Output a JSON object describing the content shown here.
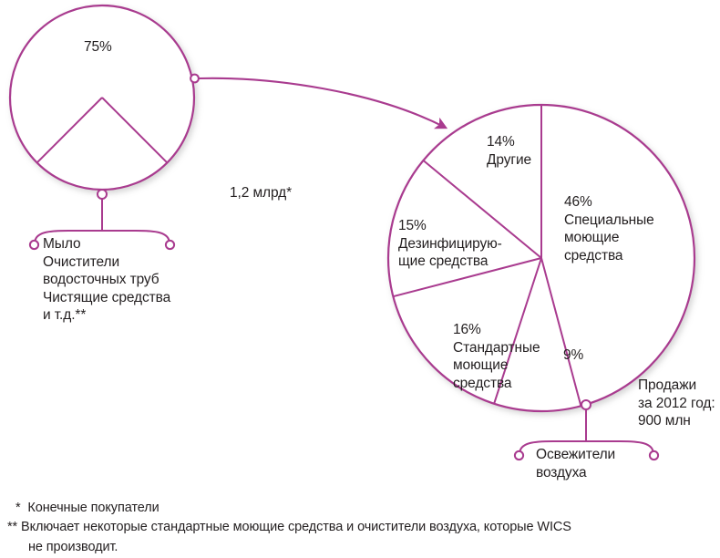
{
  "meta": {
    "accent_color": "#a93b8f",
    "text_color": "#231f20",
    "background": "#ffffff"
  },
  "chart_data": [
    {
      "type": "pie",
      "id": "left-pie",
      "title": "",
      "center_label": "75%",
      "categories": [
        "75%",
        "25%"
      ],
      "values": [
        75,
        25
      ],
      "labels": [
        "75%",
        ""
      ],
      "bracket_label": "Мыло\nОчистители\nводосточных труб\nЧистящие средства\nи т.д.**",
      "start_angle_deg": 225,
      "legend": "none",
      "grid": false
    },
    {
      "type": "pie",
      "id": "right-pie",
      "title": "",
      "categories": [
        "Специальные моющие средства",
        "Освежители воздуха",
        "Стандартные моющие средства",
        "Дезинфицирующие средства",
        "Другие"
      ],
      "values": [
        46,
        9,
        16,
        15,
        14
      ],
      "labels": [
        "46%\nСпециальные\nмоющие\nсредства",
        "9%",
        "16%\nСтандартные\nмоющие\nсредства",
        "15%\nДезинфицирую-\nщие средства",
        "14%\nДругие"
      ],
      "bracket_label": "Освежители\nвоздуха",
      "annotation": "Продажи\nза 2012 год:\n900 млн",
      "start_angle_deg": 0,
      "legend": "none",
      "grid": false
    }
  ],
  "left_pie": {
    "percent_label": "75%",
    "bracket_lines": [
      "Мыло",
      "Очистители",
      "водосточных труб",
      "Чистящие средства",
      "и т.д.**"
    ]
  },
  "center": {
    "total_label": "1,2 млрд*"
  },
  "right_pie": {
    "slices": [
      {
        "percent": "14%",
        "name": "Другие"
      },
      {
        "percent": "46%",
        "name_lines": [
          "Специальные",
          "моющие",
          "средства"
        ]
      },
      {
        "percent": "9%",
        "name_lines": []
      },
      {
        "percent": "16%",
        "name_lines": [
          "Стандартные",
          "моющие",
          "средства"
        ]
      },
      {
        "percent": "15%",
        "name_lines": [
          "Дезинфицирую-",
          "щие средства"
        ]
      }
    ],
    "sales_note_lines": [
      "Продажи",
      "за 2012 год:",
      "900 млн"
    ],
    "bracket_lines": [
      "Освежители",
      "воздуха"
    ]
  },
  "labels": {
    "other": "14%\nДругие",
    "special": "46%\nСпециальные\nмоющие\nсредства",
    "disinfect": "15%\nДезинфицирую-\nщие средства",
    "standard": "16%\nСтандартные\nмоющие\nсредства",
    "nine": "9%",
    "sales": "Продажи\nза 2012 год:\n900 млн",
    "air_freshener": "Освежители\nвоздуха",
    "left_bracket": "Мыло\nОчистители\nводосточных труб\nЧистящие средства\nи т.д.**"
  },
  "footnotes": {
    "one": "*  Конечные покупатели",
    "two": "** Включает некоторые стандартные моющие средства и очистители воздуха, которые WICS",
    "two_cont": "не производит."
  }
}
